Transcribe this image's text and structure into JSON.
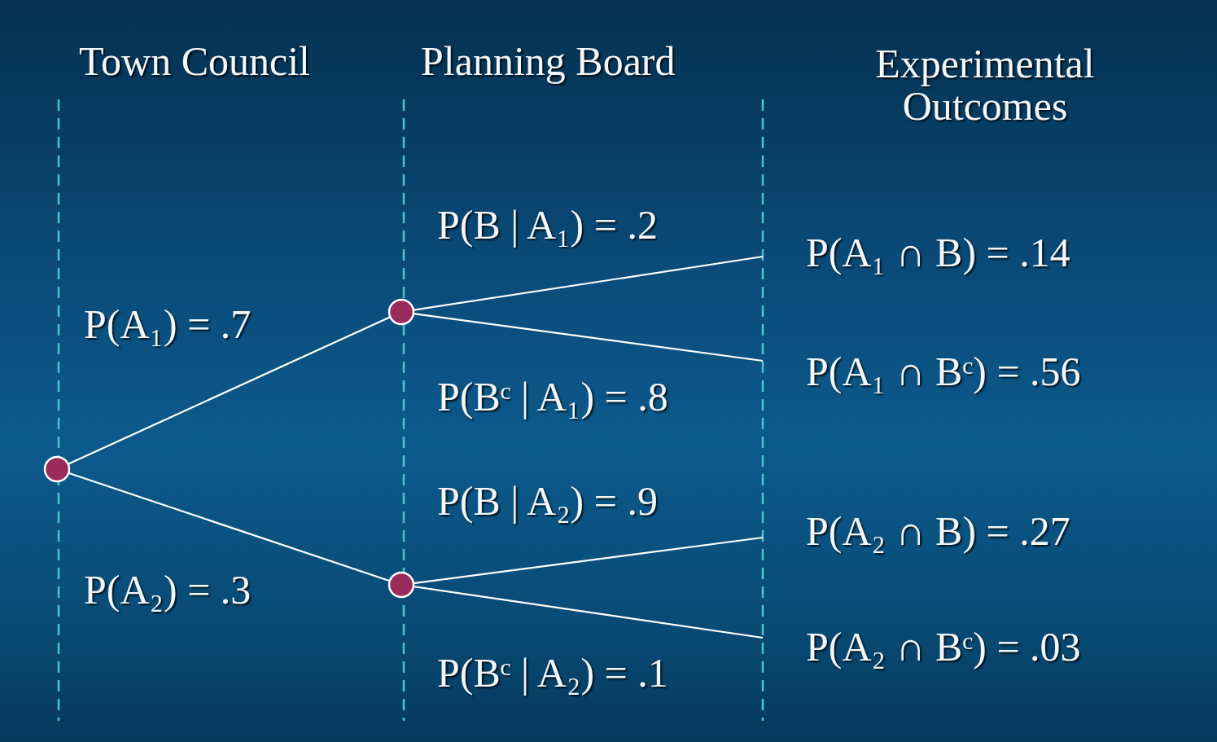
{
  "diagram": {
    "labels": [
      "Town Council",
      "Planning Board",
      "Experimental Outcomes",
      "P(A₁) = .7",
      "P(A₂) = .3",
      "P(B | A₁) = .2",
      "P(Bᶜ | A₁) = .8",
      "P(B | A₂) = .9",
      "P(Bᶜ | A₂) = .1",
      "P(A₁ ∩ B) = .14",
      "P(A₁ ∩ Bᶜ) = .56",
      "P(A₂ ∩ B) = .27",
      "P(A₂ ∩ Bᶜ) = .03"
    ]
  }
}
